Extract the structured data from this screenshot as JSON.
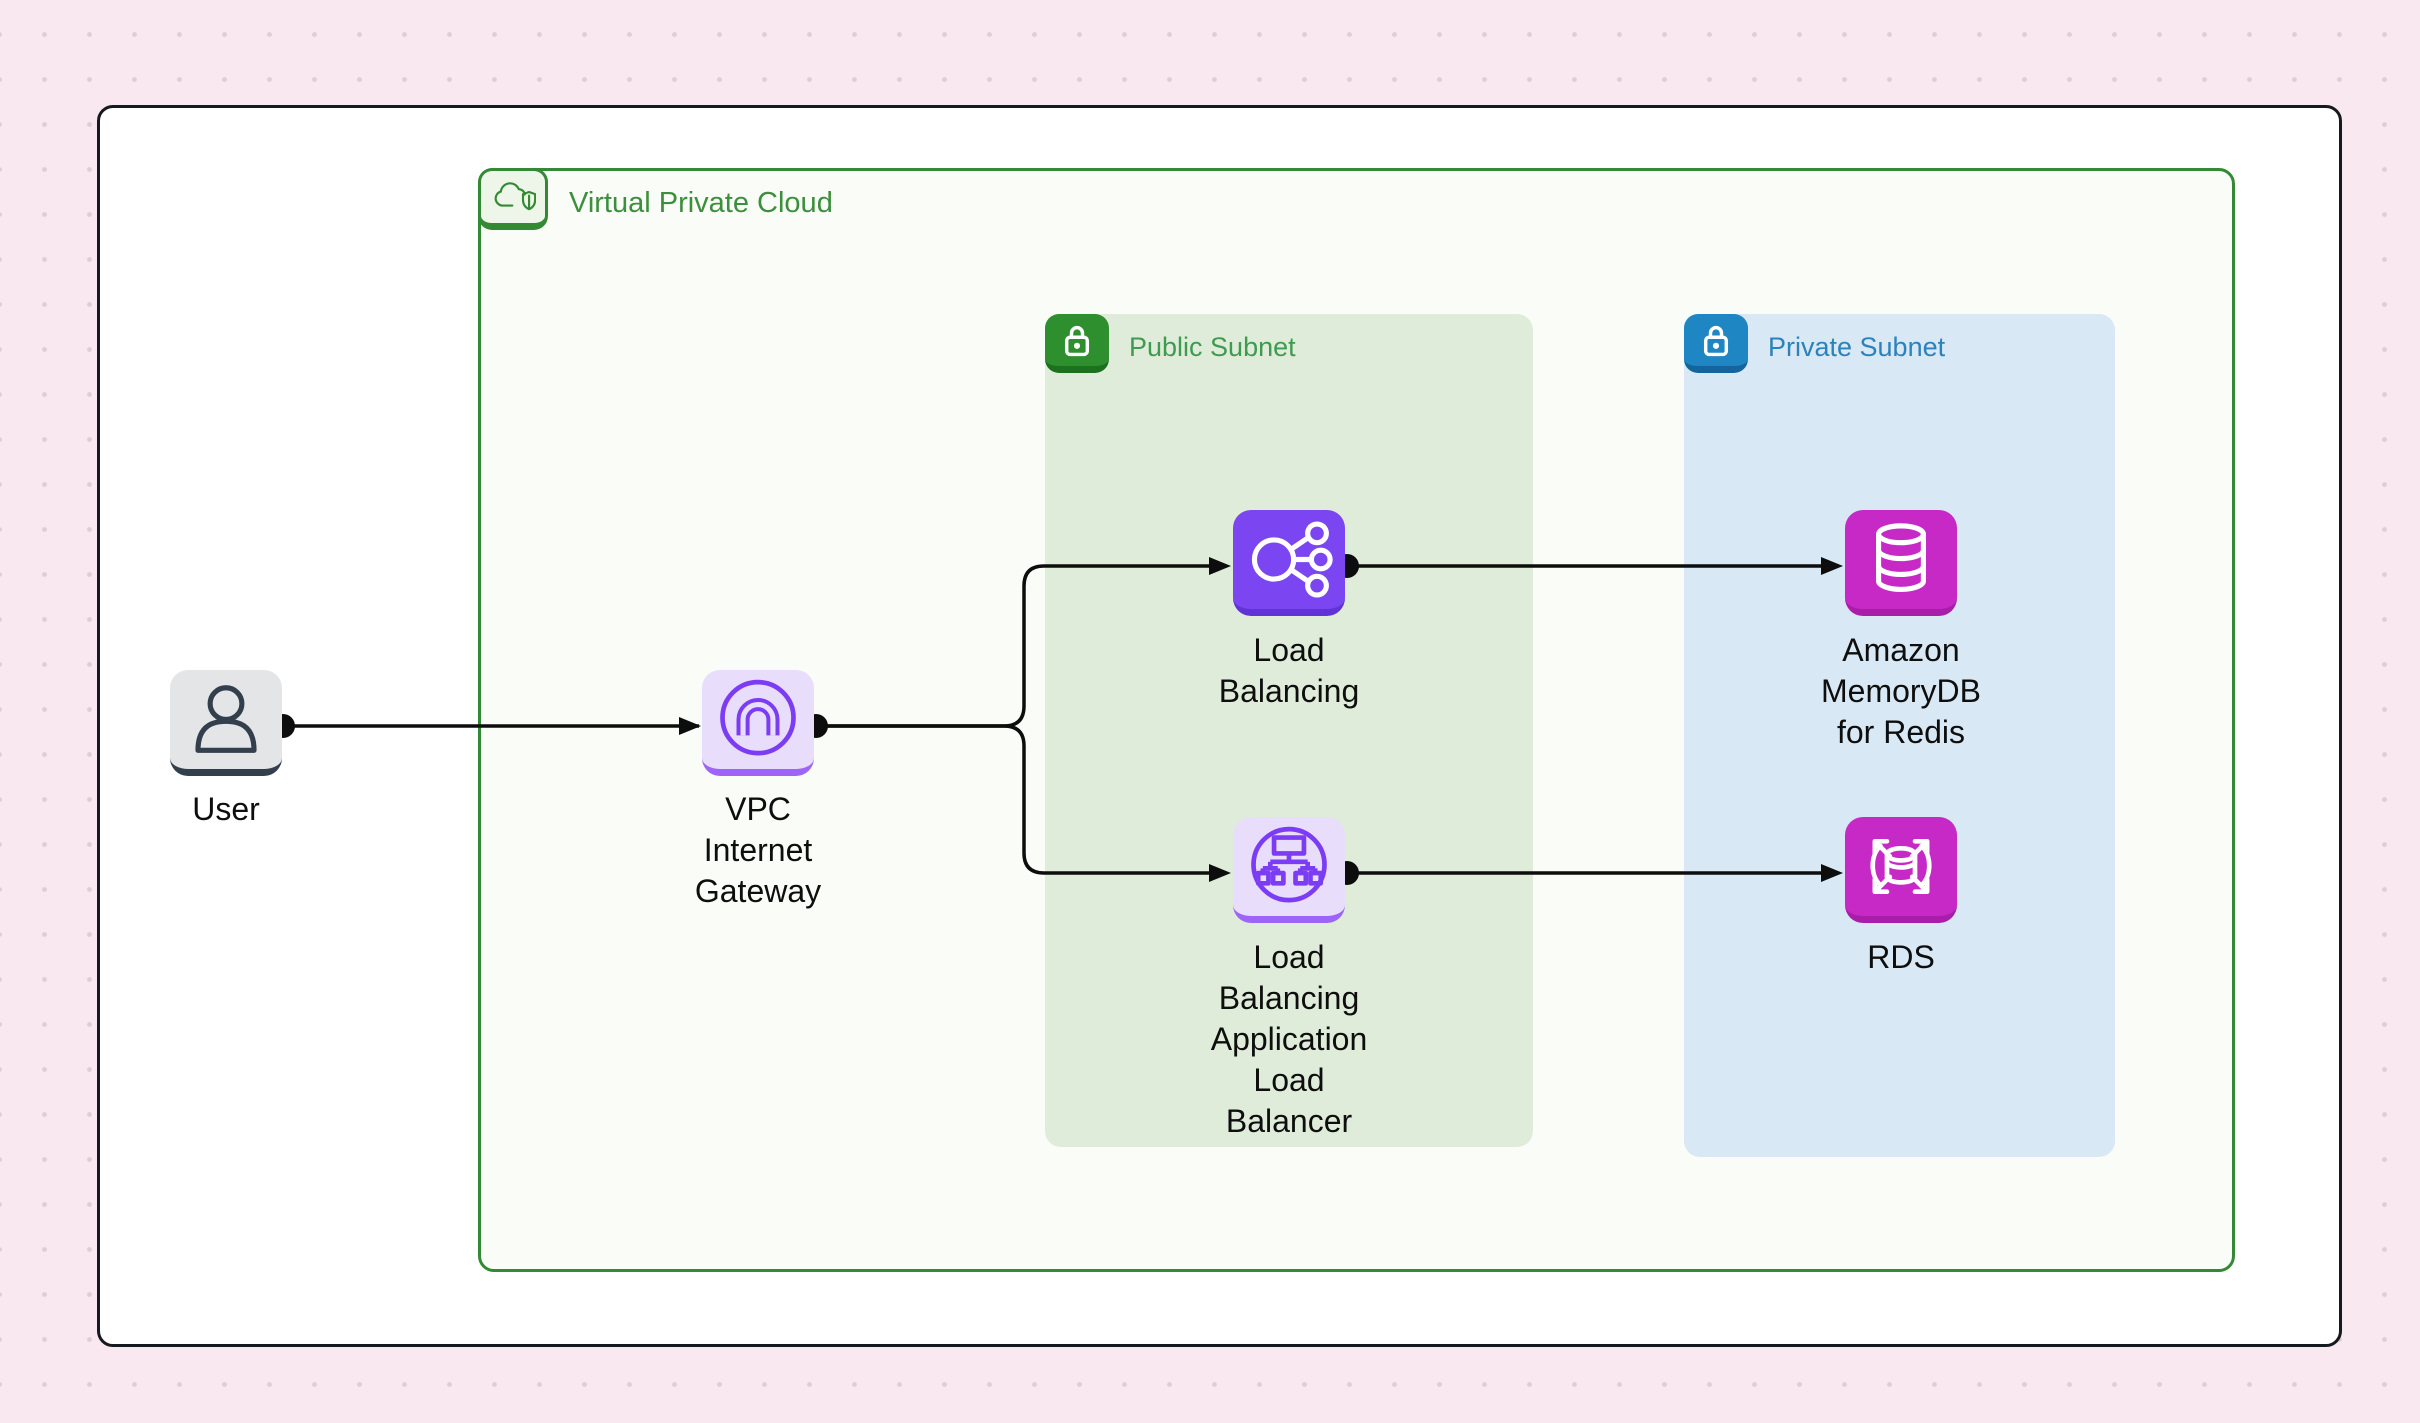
{
  "diagram": {
    "type": "aws-architecture",
    "background_color": "#f9e8f0",
    "frame_border_color": "#16191f"
  },
  "vpc": {
    "label": "Virtual Private Cloud",
    "border_color": "#348a34",
    "label_color": "#3c8f3c",
    "badge_icon": "cloud-shield-icon"
  },
  "subnets": {
    "public": {
      "label": "Public Subnet",
      "fill_color": "#e0ecda",
      "badge_color": "#2e8f2e",
      "label_color": "#3e9b50",
      "badge_icon": "lock-icon"
    },
    "private": {
      "label": "Private Subnet",
      "fill_color": "#d8e8f4",
      "badge_color": "#1f86c4",
      "label_color": "#2c82bb",
      "badge_icon": "lock-icon"
    }
  },
  "nodes": {
    "user": {
      "label": "User",
      "icon": "user-icon",
      "fill_color": "#e4e5e7"
    },
    "igw": {
      "label": "VPC\nInternet\nGateway",
      "icon": "internet-gateway-icon",
      "fill_color": "#e9ddfc",
      "accent_color": "#7b3cf4"
    },
    "lb": {
      "label": "Load\nBalancing",
      "icon": "load-balancer-icon",
      "fill_color": "#7b45f2"
    },
    "alb": {
      "label": "Load\nBalancing\nApplication\nLoad\nBalancer",
      "icon": "application-load-balancer-icon",
      "fill_color": "#e9ddfc",
      "accent_color": "#7b3cf4"
    },
    "memorydb": {
      "label": "Amazon\nMemoryDB\nfor Redis",
      "icon": "database-cylinder-icon",
      "fill_color": "#c629c6"
    },
    "rds": {
      "label": "RDS",
      "icon": "rds-scaling-database-icon",
      "fill_color": "#c629c6"
    }
  },
  "edges": [
    {
      "from": "user",
      "to": "igw"
    },
    {
      "from": "igw",
      "to": "lb"
    },
    {
      "from": "igw",
      "to": "alb"
    },
    {
      "from": "lb",
      "to": "memorydb"
    },
    {
      "from": "alb",
      "to": "rds"
    }
  ]
}
